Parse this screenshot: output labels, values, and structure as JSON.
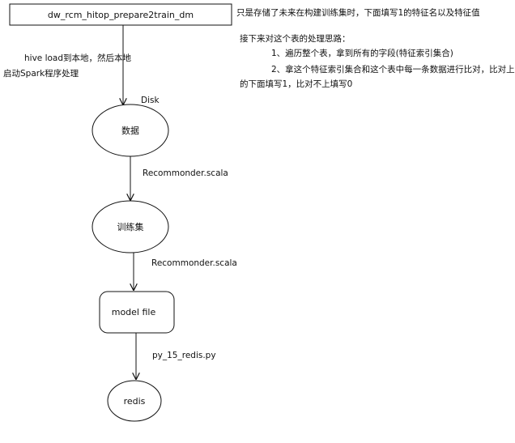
{
  "nodes": {
    "source_table": "dw_rcm_hitop_prepare2train_dm",
    "data": "数据",
    "training_set": "训练集",
    "model_file": "model file",
    "redis": "redis"
  },
  "edges": {
    "load_label_line1": "hive load到本地，然后本地",
    "load_label_line2": "启动Spark程序处理",
    "disk_label": "Disk",
    "recommender_label_1": "Recommonder.scala",
    "recommender_label_2": "Recommonder.scala",
    "redis_script_label": "py_15_redis.py"
  },
  "notes": {
    "header": "只是存储了未来在构建训练集时，下面填写1的特征名以及特征值",
    "approach_title": "接下来对这个表的处理思路：",
    "step1": "1、遍历整个表，拿到所有的字段(特征索引集合)",
    "step2_line1": "2、拿这个特征索引集合和这个表中每一条数据进行比对，比对上",
    "step2_line2": "的下面填写1，比对不上填写0"
  }
}
